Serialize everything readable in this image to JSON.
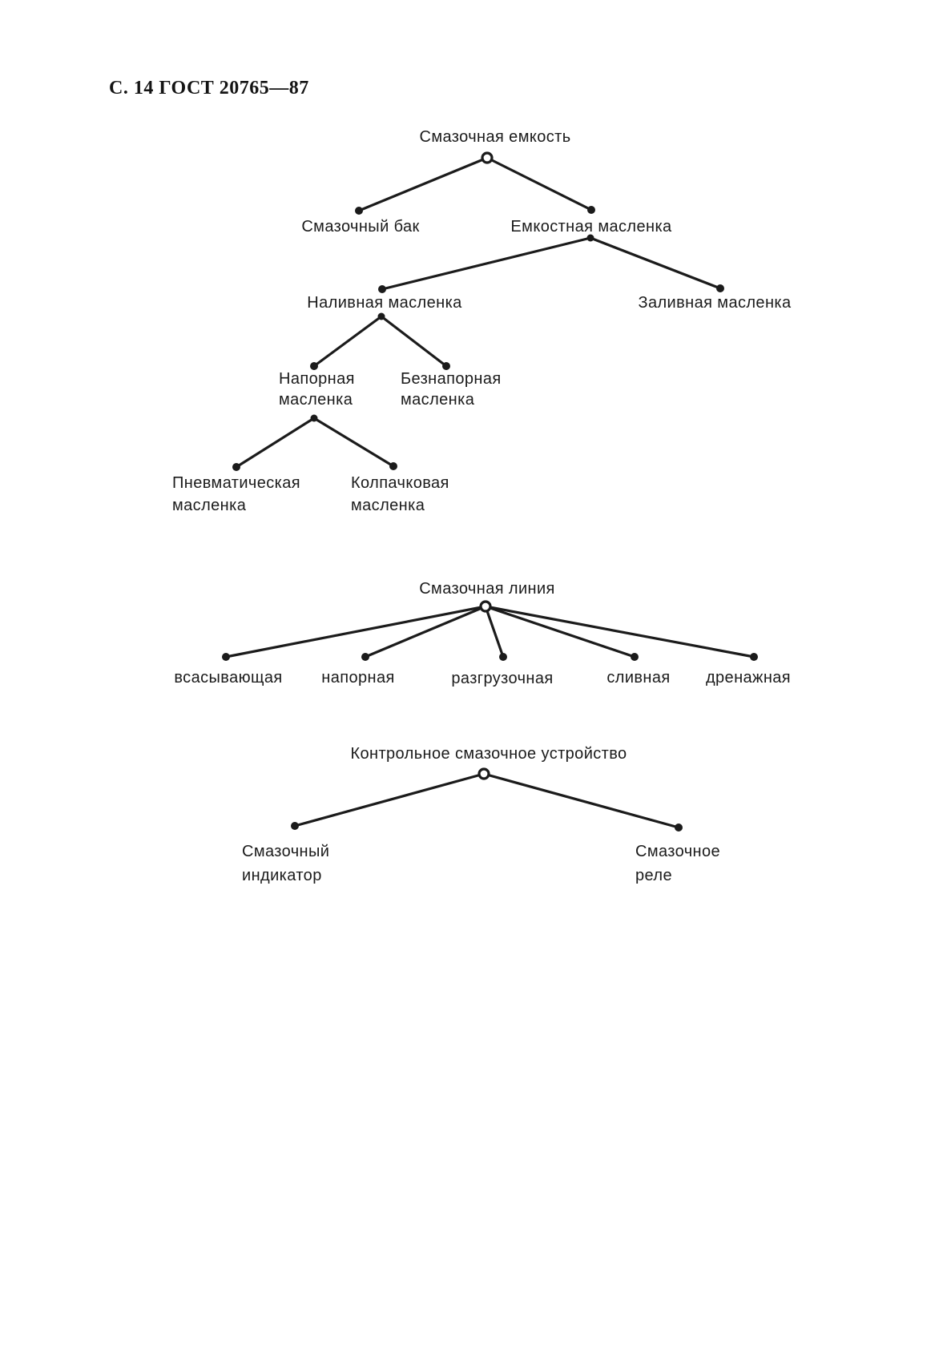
{
  "header": {
    "text": "С. 14 ГОСТ 20765—87"
  },
  "colors": {
    "ink": "#1b1b1b",
    "paper": "#ffffff"
  },
  "diagram1": {
    "root": "Смазочная емкость",
    "children": {
      "lubrication_tank": "Смазочный бак",
      "capacity_oiler": "Емкостная масленка",
      "pour_oiler": "Наливная масленка",
      "fill_oiler": "Заливная масленка",
      "pressure_oiler": [
        "Напорная",
        "масленка"
      ],
      "nonpressure_oiler": [
        "Безнапорная",
        "масленка"
      ],
      "pneumatic_oiler": [
        "Пневматическая",
        "масленка"
      ],
      "cap_oiler": [
        "Колпачковая",
        "масленка"
      ]
    }
  },
  "diagram2": {
    "root": "Смазочная линия",
    "children": [
      "всасывающая",
      "напорная",
      "разгрузочная",
      "сливная",
      "дренажная"
    ]
  },
  "diagram3": {
    "root": "Контрольное смазочное устройство",
    "children": {
      "lubrication_indicator": [
        "Смазочный",
        "индикатор"
      ],
      "lubrication_relay": [
        "Смазочное",
        "реле"
      ]
    }
  }
}
